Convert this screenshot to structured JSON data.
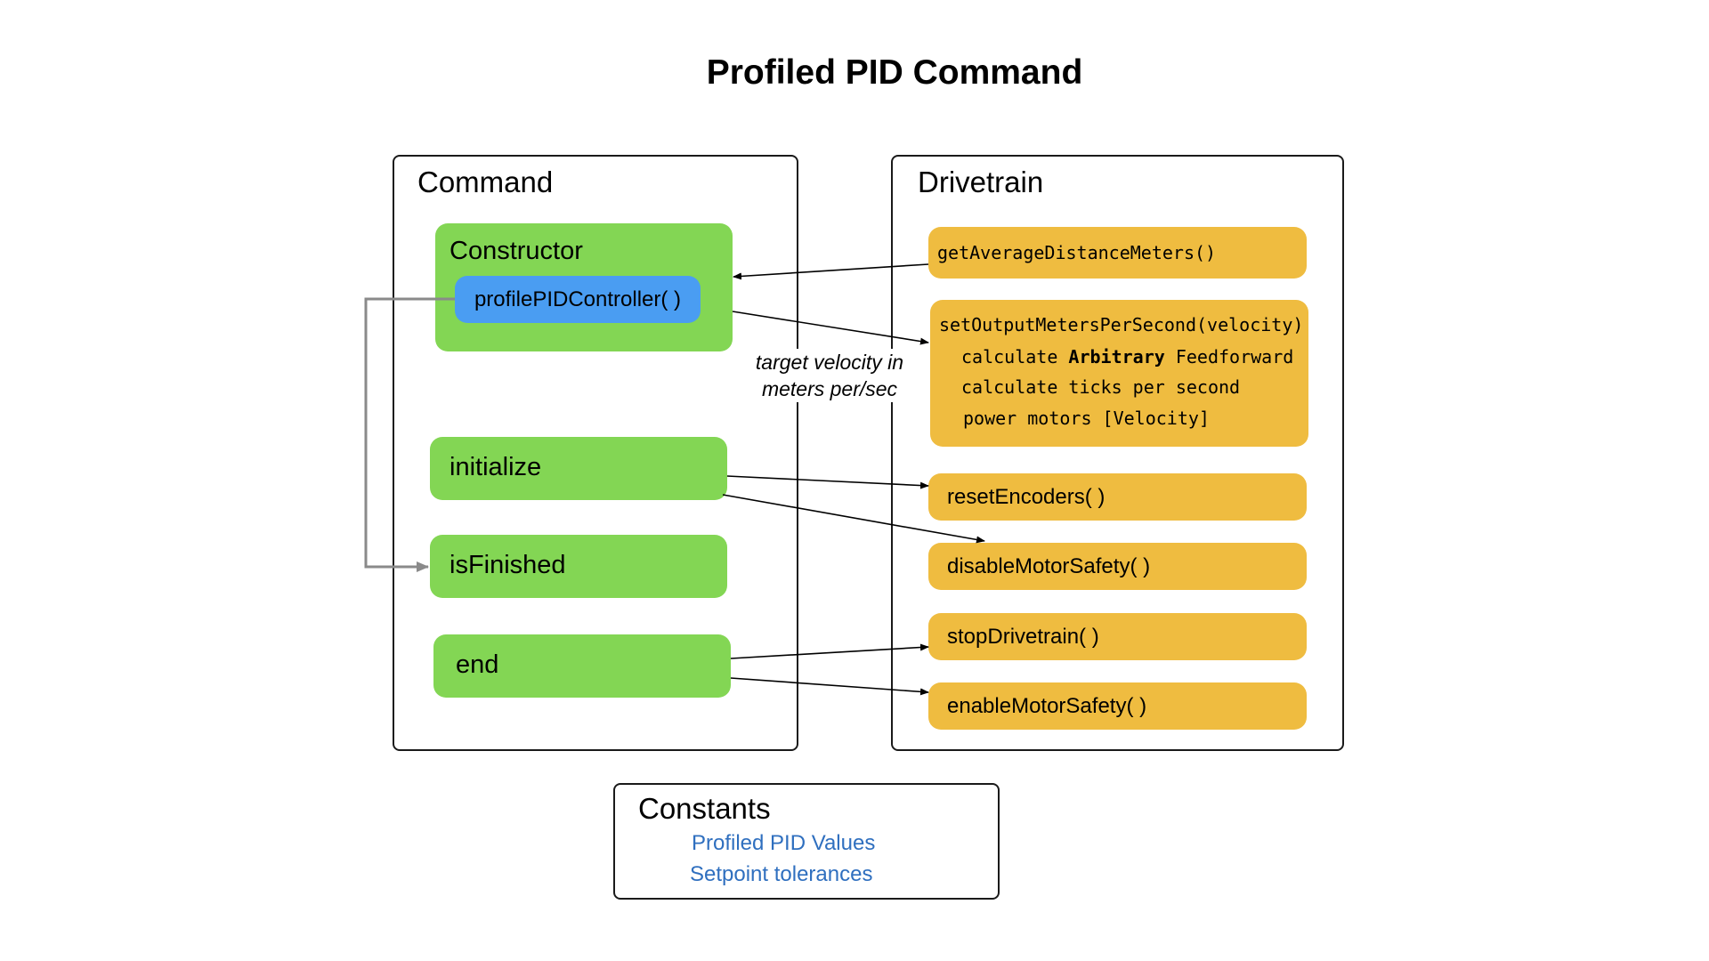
{
  "title": "Profiled PID Command",
  "command": {
    "title": "Command",
    "constructor_label": "Constructor",
    "profile_label": "profilePIDController( )",
    "initialize_label": "initialize",
    "isfinished_label": "isFinished",
    "end_label": "end"
  },
  "drivetrain": {
    "title": "Drivetrain",
    "get_distance": "getAverageDistanceMeters()",
    "set_output": {
      "line1": "setOutputMetersPerSecond(velocity)",
      "line2_pre": "calculate ",
      "line2_bold": "Arbitrary",
      "line2_post": " Feedforward",
      "line3": "calculate ticks per second",
      "line4": "power motors [Velocity]"
    },
    "reset_encoders": "resetEncoders( )",
    "disable_motor_safety": "disableMotorSafety( )",
    "stop_drivetrain": "stopDrivetrain( )",
    "enable_motor_safety": "enableMotorSafety( )"
  },
  "annotation": {
    "line1": "target velocity in",
    "line2": "meters per/sec"
  },
  "constants": {
    "title": "Constants",
    "items": [
      "Profiled PID Values",
      "Setpoint tolerances"
    ]
  },
  "colors": {
    "command_box": "#83d654",
    "controller_box": "#4a9df2",
    "drivetrain_box": "#efbc40",
    "constants_text": "#2f6fbf",
    "loop_arrow": "#8a8a8a"
  }
}
